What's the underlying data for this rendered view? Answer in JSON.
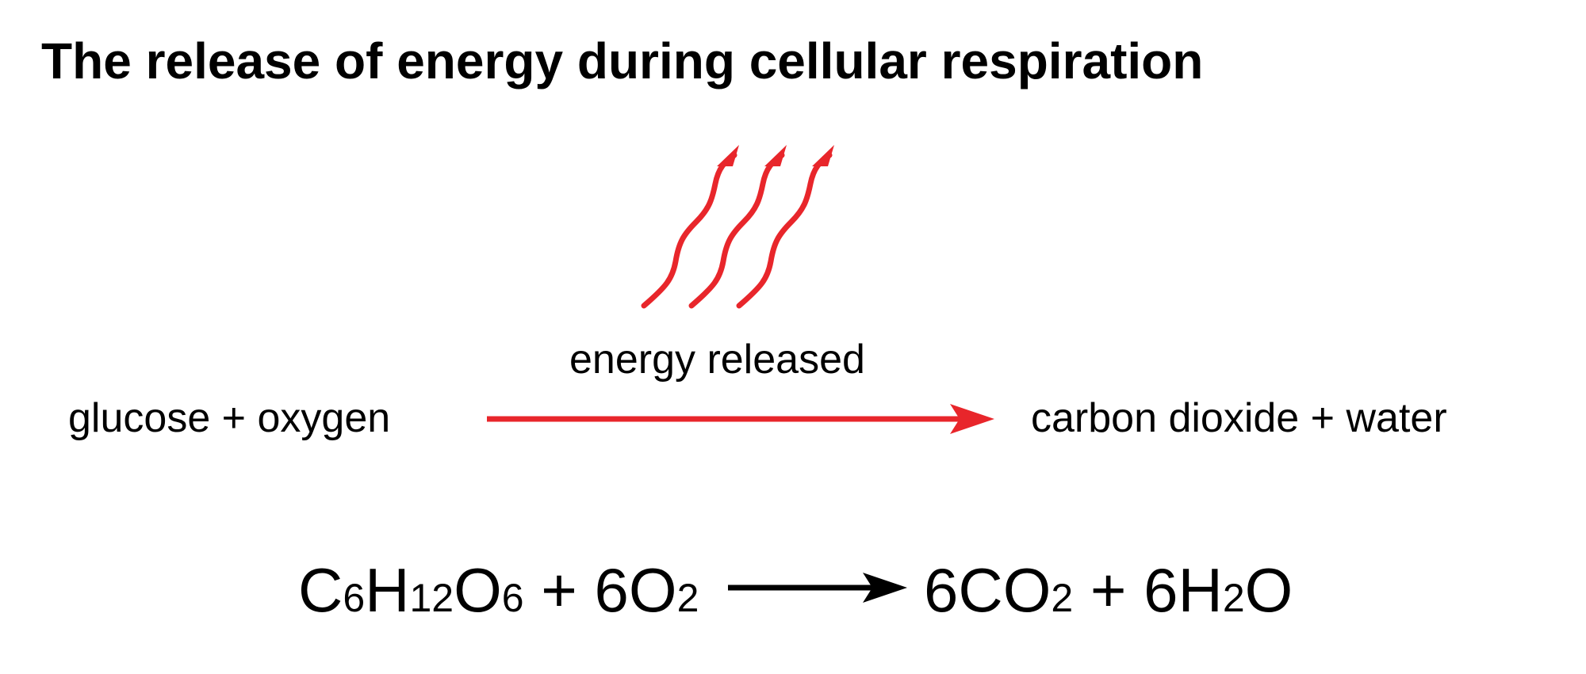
{
  "title": "The release of energy during cellular respiration",
  "word_equation": {
    "reactants": "glucose + oxygen",
    "products": "carbon dioxide + water",
    "arrow_label": "energy released",
    "arrow_color": "#e8262b"
  },
  "formula_equation": {
    "reactants": [
      {
        "text": "C"
      },
      {
        "sub": "6"
      },
      {
        "text": "H"
      },
      {
        "sub": "12"
      },
      {
        "text": "O"
      },
      {
        "sub": "6"
      },
      {
        "text": " + 6O"
      },
      {
        "sub": "2"
      }
    ],
    "products": [
      {
        "text": "6CO"
      },
      {
        "sub": "2"
      },
      {
        "text": " + 6H"
      },
      {
        "sub": "2"
      },
      {
        "text": "O"
      }
    ],
    "arrow_color": "#000000"
  },
  "energy_wavy_arrows": {
    "count": 3,
    "color": "#e8262b"
  }
}
